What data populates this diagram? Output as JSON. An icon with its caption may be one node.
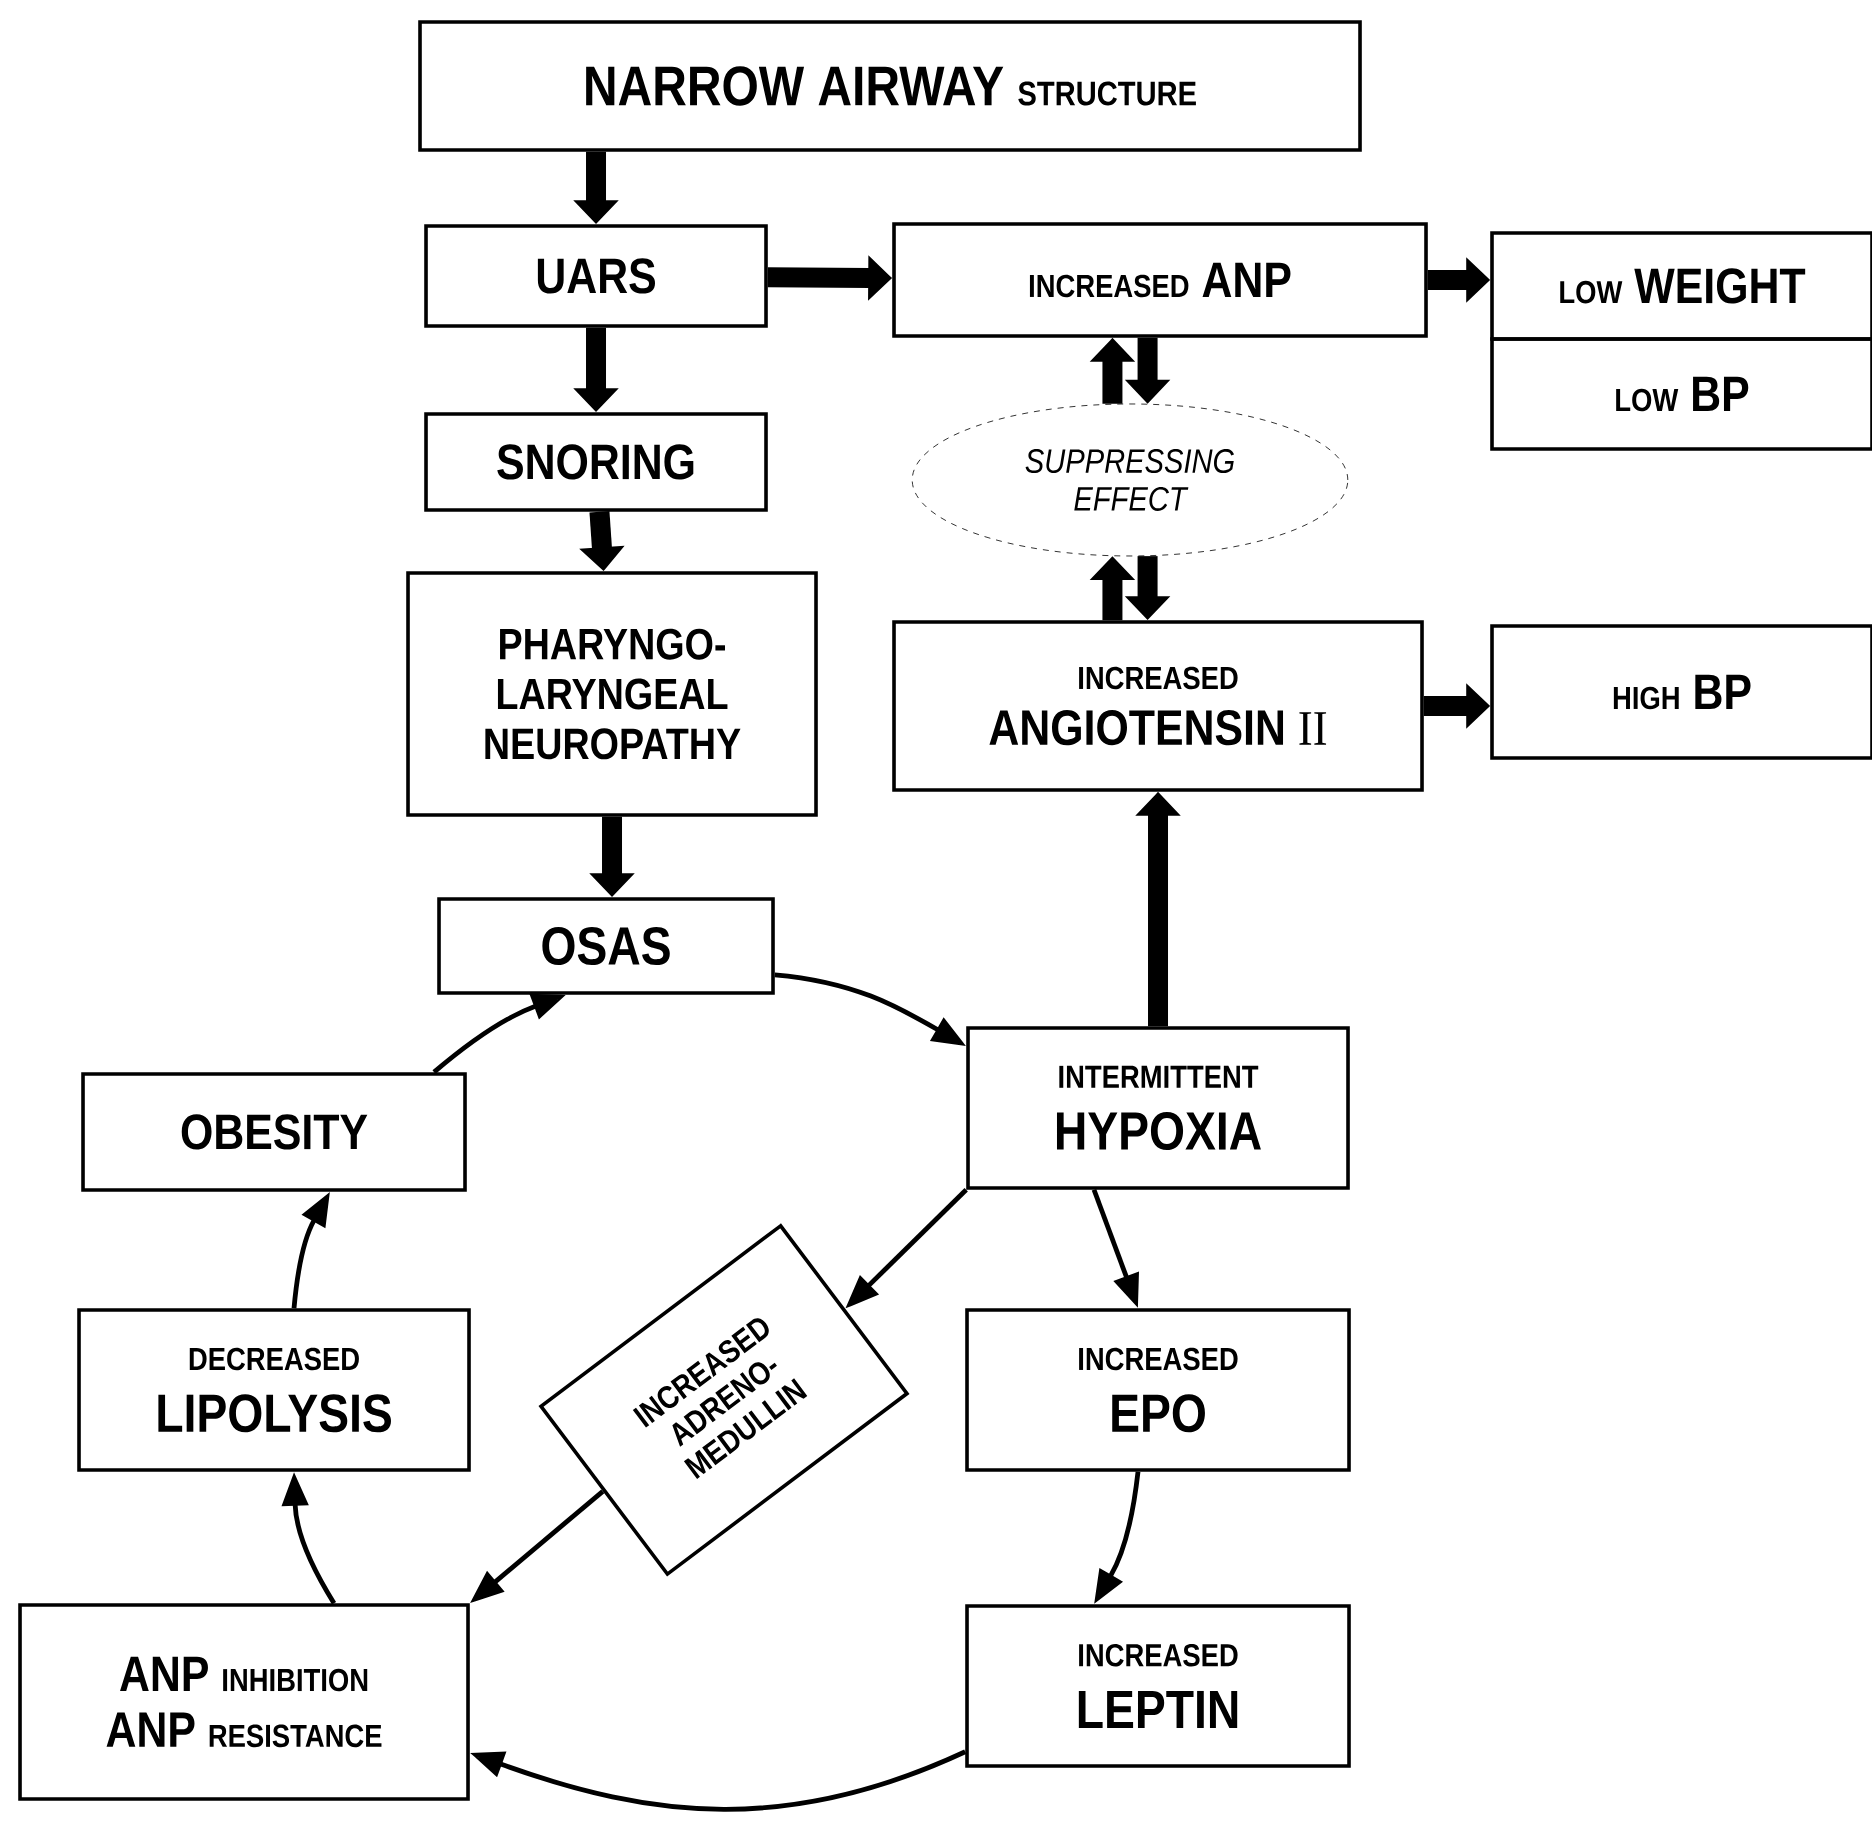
{
  "diagram": {
    "nodes": [
      {
        "text": [
          "NARROW AIRWAY",
          "STRUCTURE"
        ]
      },
      {
        "text": [
          "UARS"
        ]
      },
      {
        "text": [
          "INCREASED",
          "ANP"
        ]
      },
      {
        "text": [
          "LOW",
          "WEIGHT"
        ]
      },
      {
        "text": [
          "LOW",
          "BP"
        ]
      },
      {
        "text": [
          "SUPPRESSING EFFECT"
        ]
      },
      {
        "text": [
          "SNORING"
        ]
      },
      {
        "text": [
          "INCREASED",
          "ANGIOTENSIN",
          "II"
        ]
      },
      {
        "text": [
          "HIGH",
          "BP"
        ]
      },
      {
        "text": [
          "PHARYNGO- LARYNGEAL NEUROPATHY"
        ]
      },
      {
        "text": [
          "OSAS"
        ]
      },
      {
        "text": [
          "OBESITY"
        ]
      },
      {
        "text": [
          "INTERMITTENT",
          "HYPOXIA"
        ]
      },
      {
        "text": [
          "DECREASED",
          "LIPOLYSIS"
        ]
      },
      {
        "text": [
          "INCREASED ADRENO- MEDULLIN"
        ]
      },
      {
        "text": [
          "INCREASED",
          "EPO"
        ]
      },
      {
        "text": [
          "ANP",
          "INHIBITION",
          "ANP",
          "RESISTANCE"
        ]
      },
      {
        "text": [
          "INCREASED",
          "LEPTIN"
        ]
      }
    ],
    "edges": [
      {
        "from": 0,
        "to": 1,
        "arrow": "to"
      },
      {
        "from": 1,
        "to": 6,
        "arrow": "to"
      },
      {
        "from": 6,
        "to": 9,
        "arrow": "to"
      },
      {
        "from": 9,
        "to": 10,
        "arrow": "to"
      },
      {
        "from": 1,
        "to": 2,
        "arrow": "to"
      },
      {
        "from": 2,
        "to": 3,
        "arrow": "to"
      },
      {
        "from": 5,
        "to": 2,
        "arrow": "to"
      },
      {
        "from": 2,
        "to": 5,
        "arrow": "to"
      },
      {
        "from": 7,
        "to": 5,
        "arrow": "to"
      },
      {
        "from": 5,
        "to": 7,
        "arrow": "to"
      },
      {
        "from": 7,
        "to": 8,
        "arrow": "to"
      },
      {
        "from": 12,
        "to": 7,
        "arrow": "to"
      },
      {
        "from": 10,
        "to": 12,
        "arrow": "to"
      },
      {
        "from": 12,
        "to": 14,
        "arrow": "to"
      },
      {
        "from": 14,
        "to": 16,
        "arrow": "to"
      },
      {
        "from": 12,
        "to": 15,
        "arrow": "to"
      },
      {
        "from": 15,
        "to": 17,
        "arrow": "to"
      },
      {
        "from": 17,
        "to": 16,
        "arrow": "to"
      },
      {
        "from": 16,
        "to": 13,
        "arrow": "to"
      },
      {
        "from": 13,
        "to": 11,
        "arrow": "to"
      },
      {
        "from": 11,
        "to": 10,
        "arrow": "to"
      }
    ]
  }
}
